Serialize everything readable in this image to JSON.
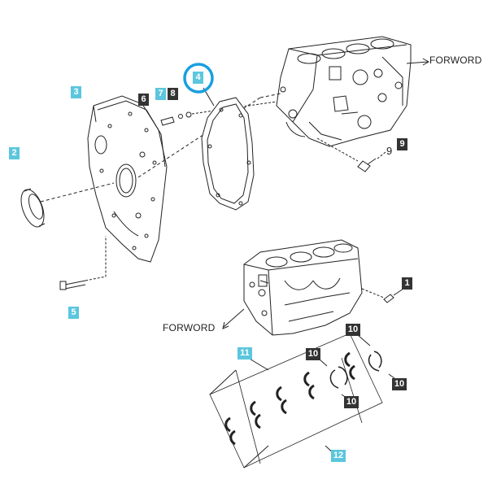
{
  "labels": {
    "forward_top": "FORWORD",
    "forward_mid": "FORWORD",
    "tag_1": "1",
    "tag_2": "2",
    "tag_3": "3",
    "tag_4": "4",
    "tag_5": "5",
    "tag_6": "6",
    "tag_7": "7",
    "tag_8": "8",
    "tag_9_plain": "9",
    "tag_9": "9",
    "tag_10_a": "10",
    "tag_10_b": "10",
    "tag_10_c": "10",
    "tag_10_d": "10",
    "tag_11": "11",
    "tag_12": "12"
  },
  "colors": {
    "callout_blue": "#5bc6dd",
    "callout_dark": "#333333",
    "highlight_ring": "#1a9fe0",
    "line": "#222222"
  }
}
